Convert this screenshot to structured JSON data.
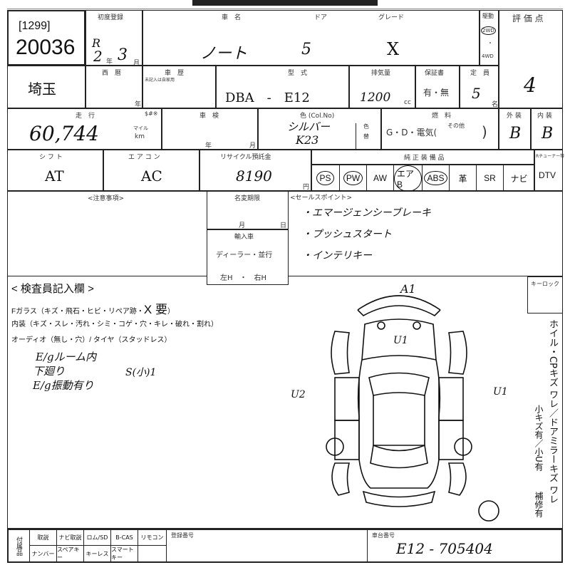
{
  "header": {
    "lot_small": "[1299]",
    "lot_number": "20036",
    "first_reg_label": "初度登録",
    "first_reg_era": "R",
    "first_reg_year": "2",
    "year_unit": "年",
    "first_reg_month": "3",
    "month_unit": "月",
    "car_name_label": "車　名",
    "door_label": "ドア",
    "grade_label": "グレード",
    "car_name": "ノート",
    "doors": "5",
    "grade": "X",
    "drive_label": "駆動",
    "drive_2wd": "2WD",
    "drive_sep": "・",
    "drive_4wd": "4WD",
    "score_label": "評 価 点",
    "score": "4"
  },
  "row2": {
    "region": "埼玉",
    "seireki_label": "西　暦",
    "history_label": "車　歴",
    "history_note": "未記入は自家用",
    "model_label": "型　式",
    "model_code": "DBA　-　E12",
    "displacement_label": "排気量",
    "displacement": "1200",
    "cc": "cc",
    "warranty_label": "保証書",
    "warranty_value": "有・無",
    "capacity_label": "定　員",
    "capacity": "5",
    "capacity_unit": "名"
  },
  "row3": {
    "mileage_label": "走　行",
    "mileage_unit_note": "$#※",
    "mileage": "60,744",
    "mile_label": "マイル",
    "km_label": "km",
    "inspection_label": "車　検",
    "inspection_year": "年",
    "inspection_month": "月",
    "color_label": "色 (Col.No)",
    "color": "シルバー",
    "color_code": "K23",
    "color_change_label": "色替",
    "fuel_label": "燃　料",
    "fuel_value": "G・D・電気(",
    "fuel_other": "その他",
    "fuel_close": ")",
    "exterior_label": "外 装",
    "exterior": "B",
    "interior_label": "内 装",
    "interior": "B"
  },
  "row4": {
    "shift_label": "シ フ ト",
    "shift": "AT",
    "ac_label": "エ ア コ ン",
    "ac": "AC",
    "recycle_label": "リサイクル預託金",
    "recycle": "8190",
    "yen": "円",
    "equipment_label": "純 正 装 備 品",
    "equipment": [
      "PS",
      "PW",
      "AW",
      "エアB",
      "ABS",
      "革",
      "SR",
      "ナビ"
    ],
    "tuner_label": "Rチューナー等",
    "dtv": "DTV"
  },
  "row5": {
    "notes_label": "<注意事項>",
    "name_change_label": "名変期限",
    "month": "月",
    "day": "日",
    "import_label": "輸入車",
    "import_type": "ディーラー・並行",
    "handle": "左H　・　右H",
    "sales_label": "<セールスポイント>",
    "sales_points": [
      "・エマージェンシーブレーキ",
      "・プッシュスタート",
      "・インテリキー"
    ]
  },
  "inspector": {
    "title": "< 検査員記入欄 >",
    "glass": "Fガラス（キズ・飛石・ヒビ・リペア跡・",
    "glass_mark": "X 要",
    "glass_close": "）",
    "interior": "内装（キズ・スレ・汚れ・シミ・コゲ・穴・キレ・破れ・割れ）",
    "audio": "オーディオ（無し・穴）/ タイヤ（スタッドレス）",
    "handwritten": [
      "E/gルーム内",
      "下廻り",
      "S(小)1",
      "E/g振動有り"
    ],
    "keylock_label": "キーロック",
    "diagram_marks": {
      "front": "A1",
      "hood": "U1",
      "left": "U2",
      "right": "U1"
    },
    "side_text_1": "ホイル・CPキズ ワレ／ドアミラーキズ ワレ",
    "side_text_2": "小キズ有／小U有",
    "side_text_3": "補修有"
  },
  "footer": {
    "accessories_label": "付属品",
    "items_top": [
      "取説",
      "ナビ取説",
      "ロム/SD",
      "B-CAS",
      "リモコン"
    ],
    "items_bottom": [
      "ナンバー",
      "スペアキー",
      "キーレス",
      "スマートキー"
    ],
    "reg_number_label": "登録番号",
    "chassis_label": "車台番号",
    "chassis": "E12 - 705404"
  }
}
